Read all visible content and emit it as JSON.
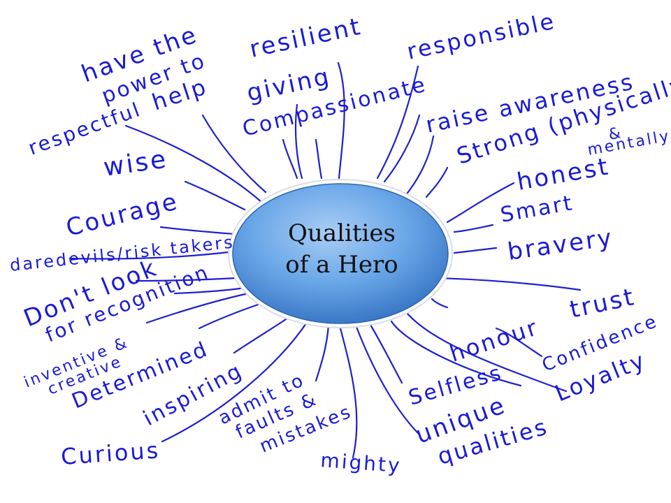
{
  "center": {
    "line1": "Qualities",
    "line2": "of a Hero"
  },
  "colors": {
    "ellipse_light": "#8fbcf0",
    "ellipse_mid": "#5a9de3",
    "ellipse_dark": "#3a79c8",
    "ink": "#1a1ad6"
  },
  "labels": {
    "have_power": [
      "have the",
      "power to",
      "help"
    ],
    "resilient": "resilient",
    "giving": "giving",
    "compassionate": "Compassionate",
    "responsible": "responsible",
    "raise_awareness": "raise awareness",
    "strong": "Strong (physically)",
    "strong_and": "&",
    "mentally": "mentally",
    "honest": "honest",
    "respectful": "respectful",
    "wise": "wise",
    "courage": "Courage",
    "daredevils": "daredevils/risk takers",
    "smart": "Smart",
    "bravery": "bravery",
    "dont_look": [
      "Don't look",
      "for recognition"
    ],
    "trust": "trust",
    "honour": "honour",
    "inventive": [
      "inventive &",
      "creative"
    ],
    "confidence": "Confidence",
    "determined": "Determined",
    "loyalty": "Loyalty",
    "selfless": "Selfless",
    "inspiring": "inspiring",
    "admit": [
      "admit to",
      "faults &",
      "mistakes"
    ],
    "unique": [
      "unique",
      "qualities"
    ],
    "curious": "Curious",
    "mighty": "mighty"
  }
}
